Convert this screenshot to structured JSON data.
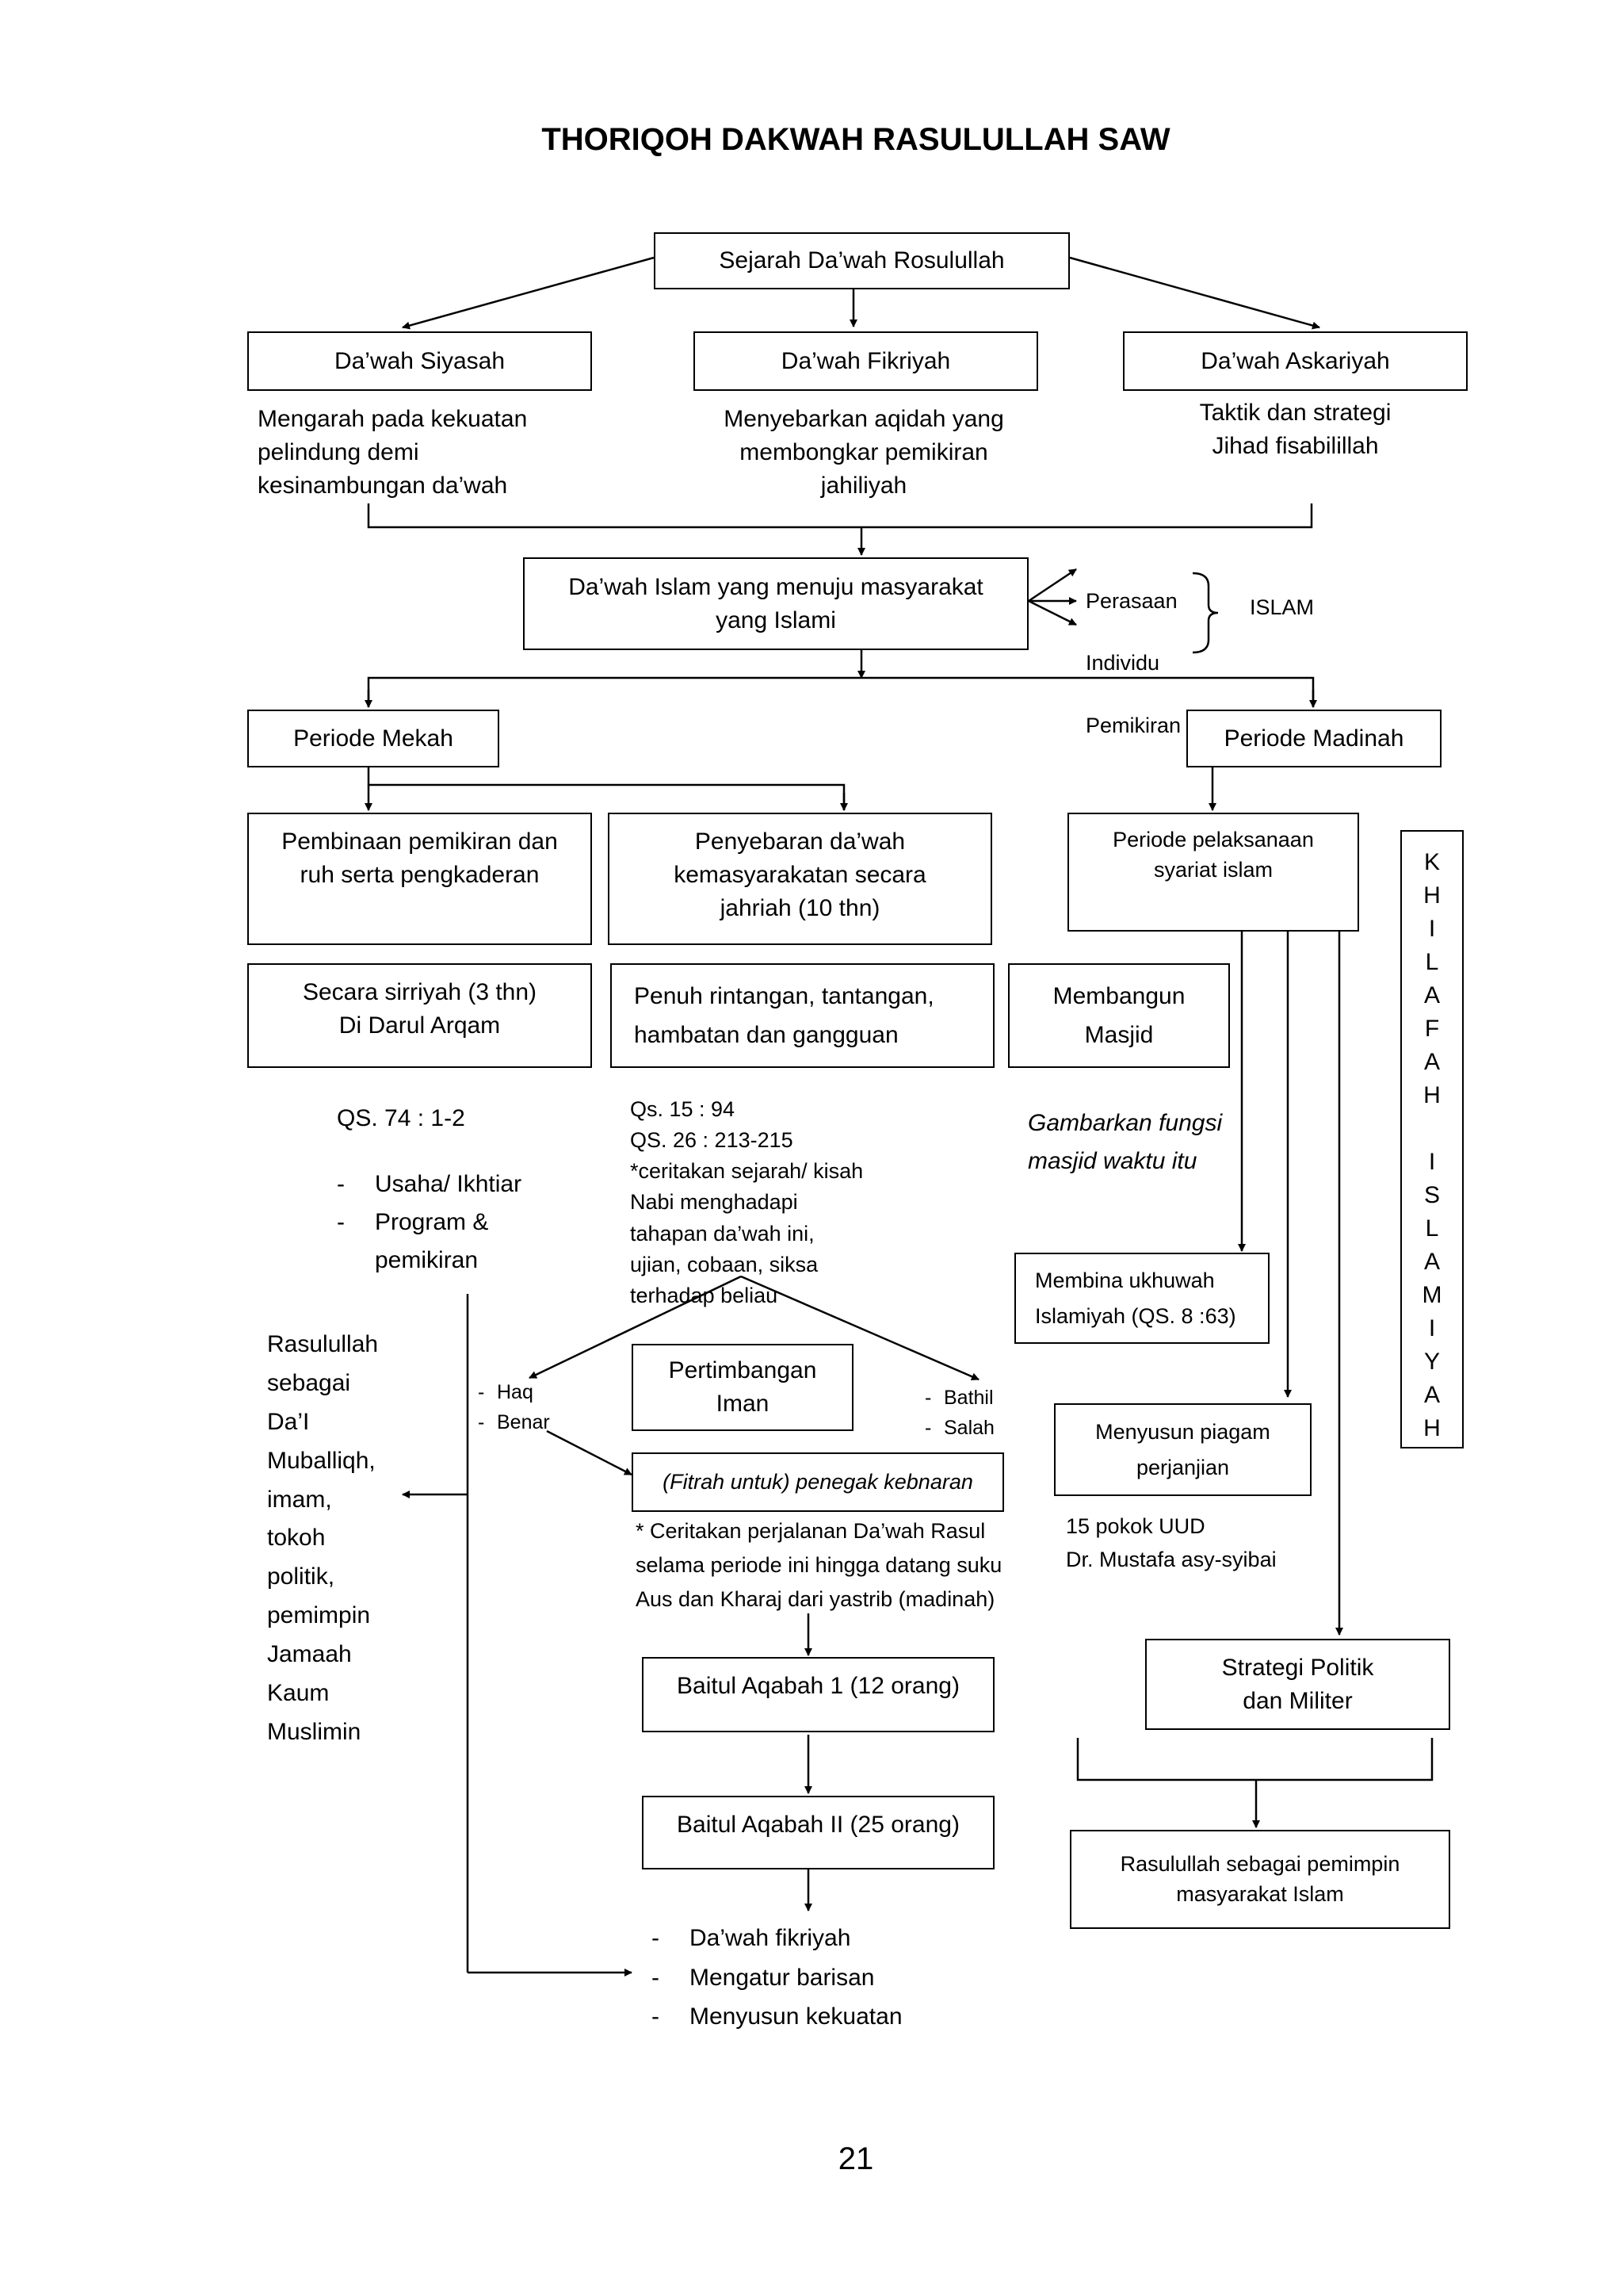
{
  "title": "THORIQOH DAKWAH RASULULLAH SAW",
  "root": "Sejarah Da’wah Rosulullah",
  "branches": {
    "siyasah": {
      "label": "Da’wah Siyasah",
      "desc": "Mengarah pada kekuatan\npelindung demi\nkesinambungan da’wah"
    },
    "fikriyah": {
      "label": "Da’wah Fikriyah",
      "desc": "Menyebarkan aqidah yang\nmembongkar pemikiran\njahiliyah"
    },
    "askariyah": {
      "label": "Da’wah Askariyah",
      "desc": "Taktik dan strategi\nJihad fisabilillah"
    }
  },
  "goal": {
    "label": "Da’wah Islam yang menuju masyarakat\nyang Islami",
    "aspects": [
      "Perasaan",
      "Individu",
      "Pemikiran"
    ],
    "aspects_label": "ISLAM"
  },
  "mekah": {
    "label": "Periode Mekah",
    "pembinaan": "Pembinaan pemikiran dan\nruh serta pengkaderan",
    "penyebaran": "Penyebaran da’wah\nkemasyarakatan secara\njahriah (10 thn)",
    "sirriyah": "Secara sirriyah (3 thn)\nDi Darul Arqam",
    "rintangan": "Penuh rintangan, tantangan,\nhambatan dan gangguan",
    "qs_sirriyah": "QS. 74 : 1-2",
    "sirriyah_points": [
      "Usaha/ Ikhtiar",
      "Program &\npemikiran"
    ],
    "qs_jahriah": "Qs. 15 : 94\nQS. 26 : 213-215\n*ceritakan sejarah/ kisah\nNabi menghadapi\ntahapan da’wah ini,\nujian, cobaan, siksa\nterhadap beliau",
    "rasulullah_roles": "Rasulullah\nsebagai\nDa’I\nMuballiqh,\nimam,\ntokoh\npolitik,\npemimpin\nJamaah\nKaum\nMuslimin",
    "pertimbangan": "Pertimbangan\nIman",
    "left_points": [
      "Haq",
      "Benar"
    ],
    "right_points": [
      "Bathil",
      "Salah"
    ],
    "fitrah": "(Fitrah untuk) penegak kebnaran",
    "ceritakan": "* Ceritakan perjalanan Da’wah Rasul\nselama periode ini hingga datang suku\nAus dan Kharaj dari yastrib (madinah)",
    "aqabah1": "Baitul Aqabah 1 (12 orang)",
    "aqabah2": "Baitul Aqabah II (25 orang)",
    "final_points": [
      "Da’wah fikriyah",
      "Mengatur barisan",
      "Menyusun kekuatan"
    ]
  },
  "madinah": {
    "label": "Periode Madinah",
    "pelaksanaan": "Periode pelaksanaan\nsyariat islam",
    "masjid": "Membangun\nMasjid",
    "masjid_note": "Gambarkan fungsi\nmasjid waktu itu",
    "ukhuwah": "Membina ukhuwah\nIslamiyah (QS. 8 :63)",
    "piagam": "Menyusun piagam\nperjanjian",
    "uud": "15 pokok UUD\n  Dr. Mustafa asy-syibai",
    "strategi": "Strategi Politik\ndan Militer",
    "pemimpin": "Rasulullah sebagai pemimpin\nmasyarakat Islam"
  },
  "khilafah": "KHILAFAH ISLAMIYAH",
  "page_number": "21"
}
